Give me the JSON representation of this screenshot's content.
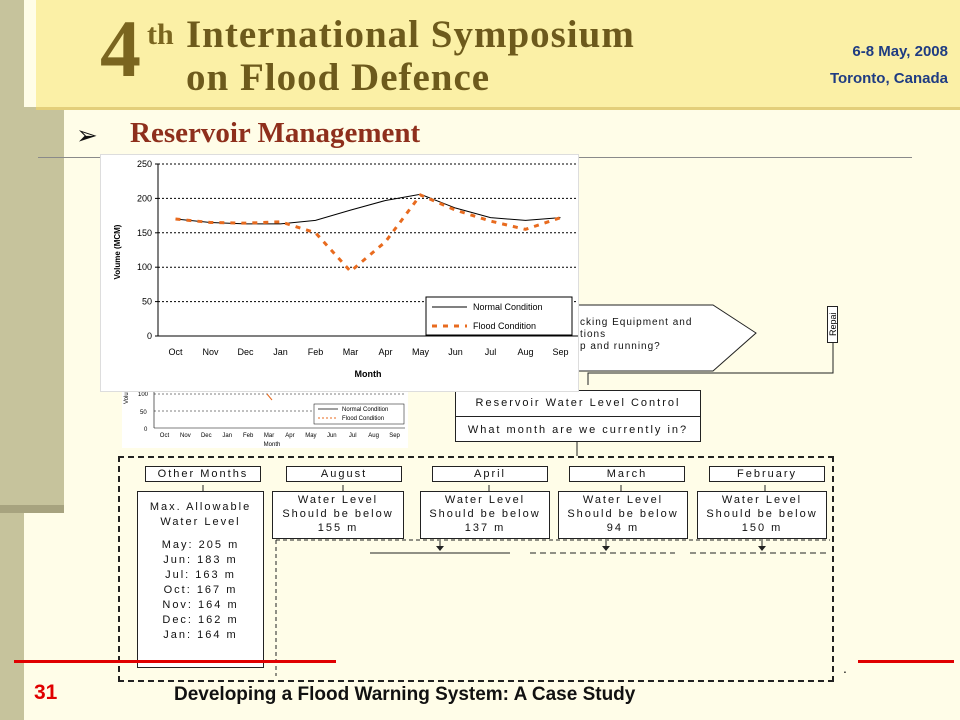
{
  "header": {
    "ordinal_number": "4",
    "ordinal_suffix": "th",
    "title_line1": "International Symposium",
    "title_line2": "on Flood Defence",
    "date": "6-8 May, 2008",
    "location": "Toronto, Canada"
  },
  "section": {
    "bullet": "➢",
    "title": "Reservoir Management"
  },
  "chart_data": {
    "type": "line",
    "categories": [
      "Oct",
      "Nov",
      "Dec",
      "Jan",
      "Feb",
      "Mar",
      "Apr",
      "May",
      "Jun",
      "Jul",
      "Aug",
      "Sep"
    ],
    "xlabel": "Month",
    "ylabel": "Volume (MCM)",
    "ylim": [
      0,
      250
    ],
    "yticks": [
      0,
      50,
      100,
      150,
      200,
      250
    ],
    "grid": true,
    "legend_position": "bottom-right",
    "series": [
      {
        "name": "Normal Condition",
        "values": [
          170,
          165,
          163,
          163,
          168,
          183,
          197,
          206,
          186,
          172,
          168,
          172
        ]
      },
      {
        "name": "Flood Condition",
        "values": [
          170,
          165,
          164,
          166,
          150,
          94,
          137,
          205,
          183,
          167,
          155,
          172
        ]
      }
    ],
    "colors": {
      "normal": "#000000",
      "flood": "#e86b1f",
      "axis": "#000000",
      "grid": "#000000"
    }
  },
  "small_chart": {
    "ylabel": "Volu",
    "yticks": [
      "100",
      "50",
      "0"
    ],
    "categories": [
      "Oct",
      "Nov",
      "Dec",
      "Jan",
      "Feb",
      "Mar",
      "Apr",
      "May",
      "Jun",
      "Jul",
      "Aug",
      "Sep"
    ],
    "xlabel": "Month",
    "legend_normal": "Normal Condition",
    "legend_flood": "Flood Condition"
  },
  "flowchart": {
    "decision_line1": "cking Equipment and",
    "decision_line2": "tions",
    "decision_line3": "p and running?",
    "repair": "Repai",
    "control_title": "Reservoir Water Level Control",
    "control_question": "What month are we currently in?",
    "months": {
      "other": "Other Months",
      "august": "August",
      "april": "April",
      "march": "March",
      "february": "February"
    },
    "thresholds": {
      "august": [
        "Water Level",
        "Should be below",
        "155 m"
      ],
      "april": [
        "Water Level",
        "Should be below",
        "137 m"
      ],
      "march": [
        "Water Level",
        "Should be below",
        "94 m"
      ],
      "february": [
        "Water Level",
        "Should be below",
        "150 m"
      ]
    },
    "max_level": {
      "heading1": "Max. Allowable",
      "heading2": "Water Level",
      "items": [
        "May: 205 m",
        "Jun: 183 m",
        "Jul: 163 m",
        "Oct: 167 m",
        "Nov: 164 m",
        "Dec: 162 m",
        "Jan: 164 m"
      ]
    }
  },
  "footer": {
    "dot": ".",
    "page_number": "31",
    "title": "Developing a Flood Warning System: A Case Study"
  }
}
